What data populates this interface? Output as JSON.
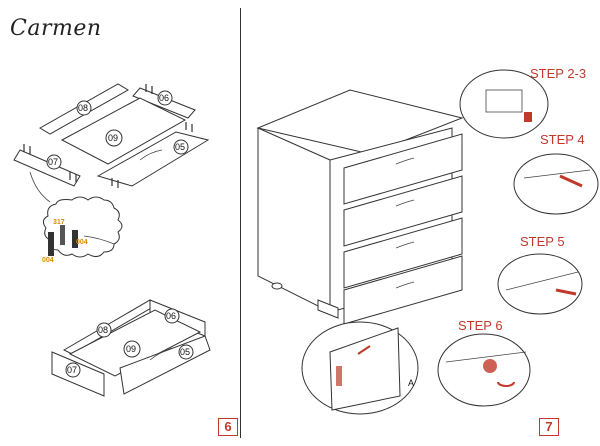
{
  "brand": "Carmen",
  "pages": {
    "left_number": "6",
    "right_number": "7"
  },
  "parts": {
    "p05": "05",
    "p06": "06",
    "p07": "07",
    "p08": "08",
    "p09": "09"
  },
  "hardware": {
    "h317": "317",
    "h004a": "004",
    "h004b": "004"
  },
  "steps": {
    "s23": "STEP 2-3",
    "s4": "STEP 4",
    "s5": "STEP 5",
    "s6": "STEP 6"
  },
  "detail_letter": "A",
  "colors": {
    "accent": "#c0392b",
    "hardware": "#d98a00"
  }
}
